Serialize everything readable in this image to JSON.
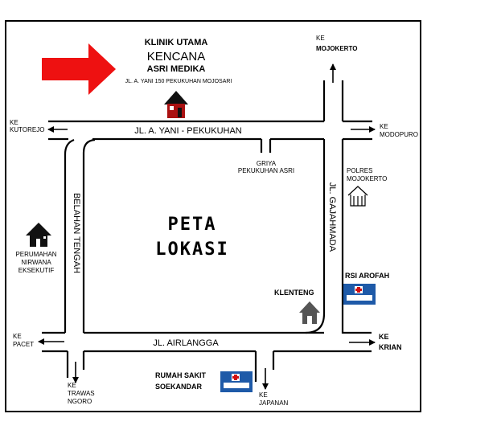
{
  "title": {
    "line1": "KLINIK UTAMA",
    "line2": "KENCANA",
    "line3": "ASRI MEDIKA",
    "address": "JL. A. YANI 150 PEKUKUHAN MOJOSARI"
  },
  "center_label": {
    "line1": "PETA",
    "line2": "LOKASI"
  },
  "streets": {
    "top": "JL. A. YANI - PEKUKUHAN",
    "bottom": "JL. AIRLANGGA",
    "left": "BELAHAN TENGAH",
    "right": "JL. GAJAHMADA"
  },
  "directions": {
    "kutorejo": [
      "KE",
      "KUTOREJO"
    ],
    "mojokerto": [
      "KE",
      "MOJOKERTO"
    ],
    "modopuro": [
      "KE",
      "MODOPURO"
    ],
    "pacet": [
      "KE",
      "PACET"
    ],
    "krian": [
      "KE",
      "KRIAN"
    ],
    "trawas": [
      "KE",
      "TRAWAS",
      "NGORO"
    ],
    "japanan": [
      "KE",
      "JAPANAN"
    ]
  },
  "landmarks": {
    "griya": [
      "GRIYA",
      "PEKUKUHAN ASRI"
    ],
    "polres": [
      "POLRES",
      "MOJOKERTO"
    ],
    "perumahan": [
      "PERUMAHAN",
      "NIRWANA",
      "EKSEKUTIF"
    ],
    "klenteng": "KLENTENG",
    "rsi": "RSI AROFAH",
    "rs_soekandar": [
      "RUMAH SAKIT",
      "SOEKANDAR"
    ]
  },
  "colors": {
    "arrow": "#ee1111",
    "clinic_house": "#aa1111",
    "hospital_sign": "#1e5aa8",
    "ink": "#000000"
  },
  "icons": [
    "red-arrow-icon",
    "clinic-house-icon",
    "house-icon",
    "temple-icon",
    "police-building-icon",
    "hospital-sign-icon"
  ]
}
